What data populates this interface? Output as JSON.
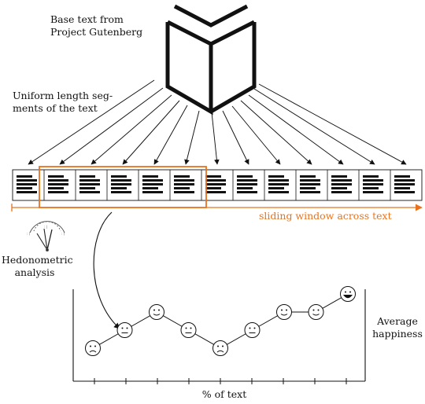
{
  "labels": {
    "base_text_line1": "Base text from",
    "base_text_line2": "Project Gutenberg",
    "segments_line1": "Uniform length seg-",
    "segments_line2": "ments of the text",
    "sliding_window": "sliding window across text",
    "hedonometric_line1": "Hedonometric",
    "hedonometric_line2": "analysis",
    "average_line1": "Average",
    "average_line2": "happiness",
    "x_axis": "% of text"
  },
  "colors": {
    "ink": "#111111",
    "accent": "#e8731c"
  },
  "segment_count": 13,
  "window": {
    "start_segment": 1,
    "length": 5
  },
  "chart_data": {
    "type": "line",
    "x": [
      1,
      2,
      3,
      4,
      5,
      6,
      7,
      8,
      9
    ],
    "values": [
      -1,
      0,
      1,
      0,
      -1,
      0,
      1,
      1,
      2
    ],
    "marker": "face",
    "xlabel": "% of text",
    "ylabel": "Average happiness",
    "x_ticks": 9,
    "grid": false
  }
}
